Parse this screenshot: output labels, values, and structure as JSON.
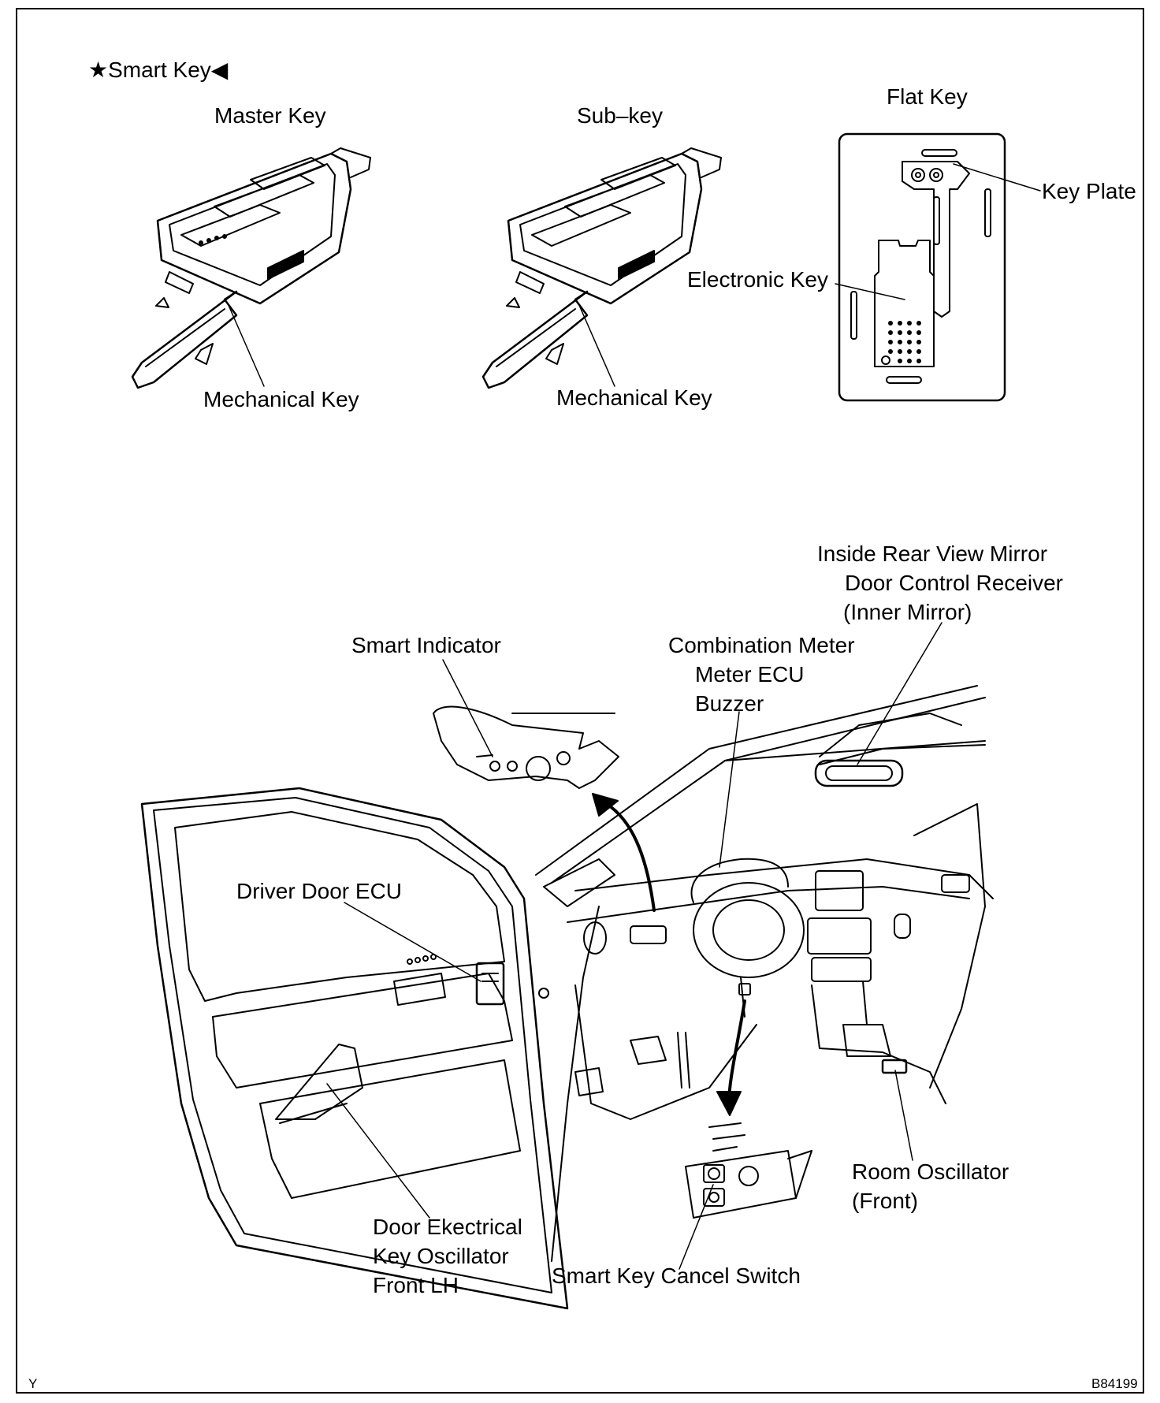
{
  "header": {
    "title": "★Smart Key◀"
  },
  "keys": {
    "master_key": "Master Key",
    "sub_key": "Sub–key",
    "flat_key": "Flat Key",
    "key_plate": "Key Plate",
    "electronic_key": "Electronic Key",
    "mechanical_key_master": "Mechanical Key",
    "mechanical_key_sub": "Mechanical Key"
  },
  "callouts": {
    "mirror_line1": "Inside Rear View Mirror",
    "mirror_line2": "Door Control Receiver",
    "mirror_line3": "(Inner Mirror)",
    "smart_indicator": "Smart Indicator",
    "meter_line1": "Combination Meter",
    "meter_line2": "Meter ECU",
    "meter_line3": "Buzzer",
    "driver_door_ecu": "Driver Door ECU",
    "oscillator_line1": "Door Ekectrical",
    "oscillator_line2": "Key Oscillator",
    "oscillator_line3": "Front LH",
    "cancel_switch": "Smart Key Cancel Switch",
    "room_line1": "Room Oscillator",
    "room_line2": "(Front)"
  },
  "footer": {
    "left_mark": "Y",
    "figure_code": "B84199"
  }
}
